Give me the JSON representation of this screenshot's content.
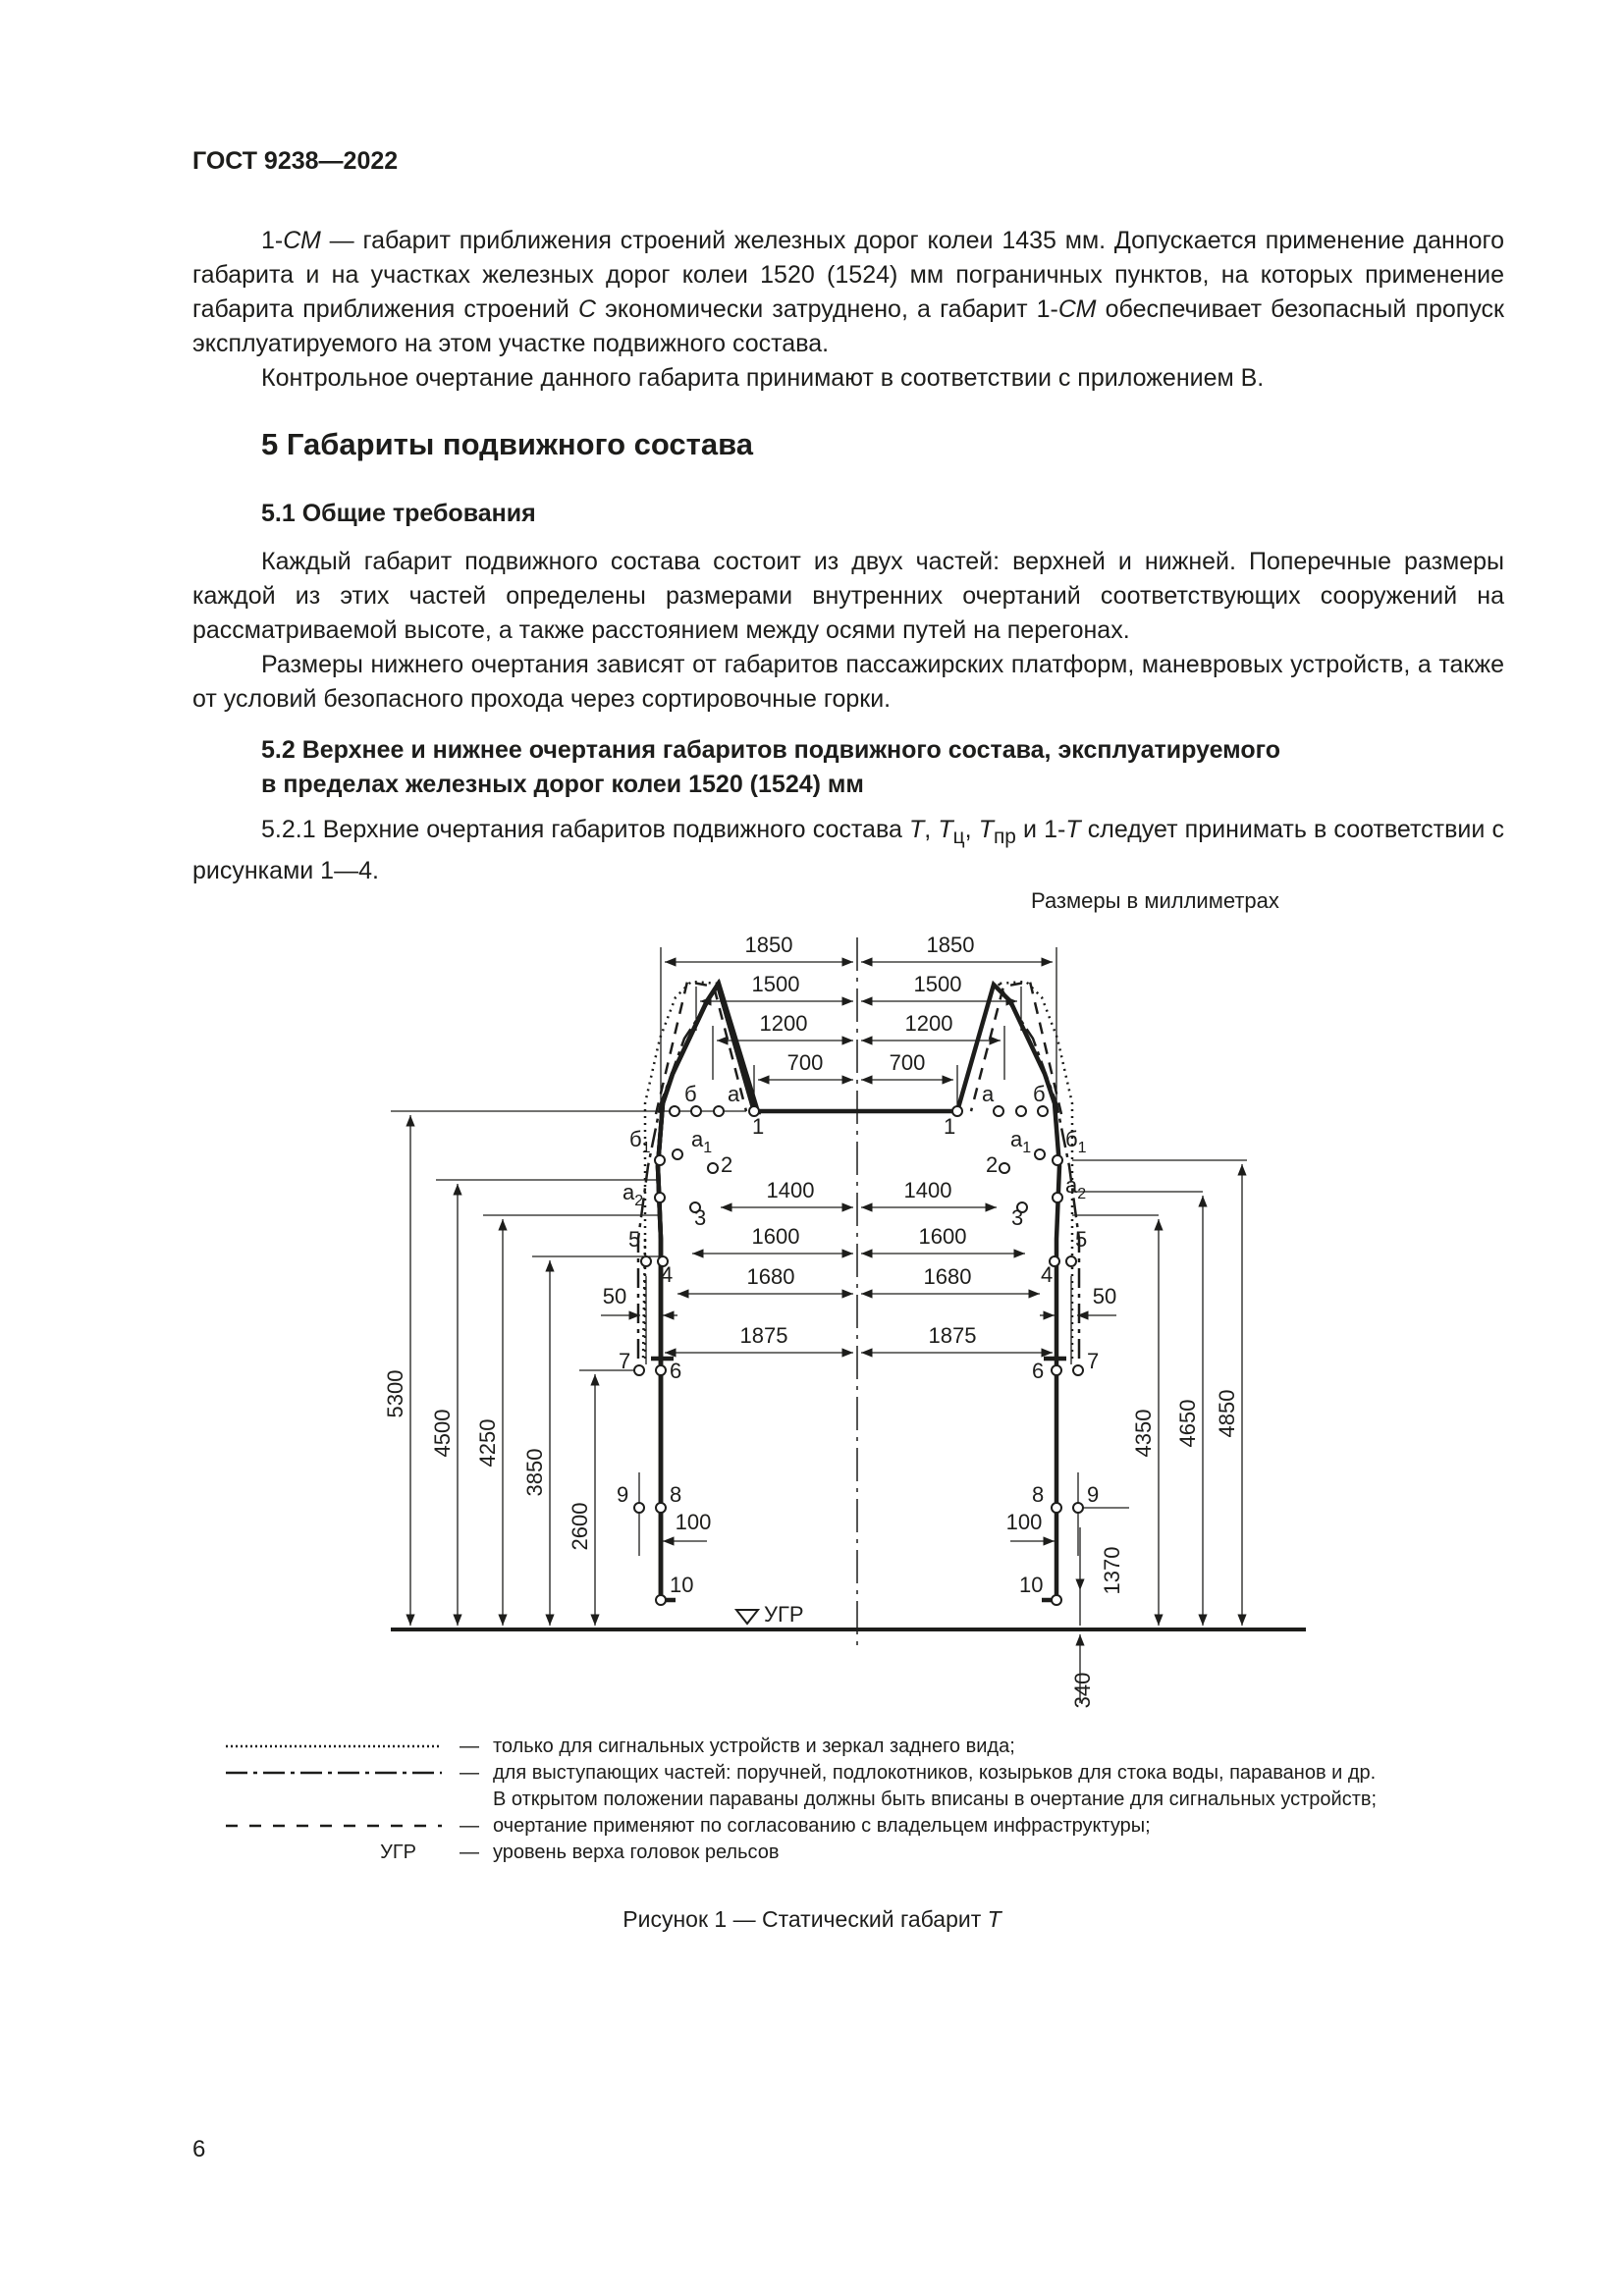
{
  "header": "ГОСТ 9238—2022",
  "intro": {
    "p1_num": "1-",
    "p1_sym": "СМ",
    "p1_a": " — габарит приближения строений железных дорог колеи 1435 мм. Допускается применение данного габарита и на участках железных дорог колеи 1520 (1524) мм пограничных пунктов, на которых применение габарита приближения строений ",
    "p1_c": "С",
    "p1_b": " экономически затруднено, а габарит 1-",
    "p1_cm": "СМ",
    "p1_d": " обеспечивает безопасный пропуск эксплуатируемого на этом участке подвижного состава.",
    "p2": "Контрольное очертание данного габарита принимают в соответствии с приложением В."
  },
  "section5": {
    "title": "5 Габариты подвижного состава",
    "s51_title": "5.1 Общие требования",
    "s51_p1": "Каждый габарит подвижного состава состоит из двух частей: верхней и нижней. Поперечные размеры каждой из этих частей определены размерами внутренних очертаний соответствующих сооружений на рассматриваемой высоте, а также расстоянием между осями путей на перегонах.",
    "s51_p2": "Размеры нижнего очертания зависят от габаритов пассажирских платформ, маневровых устройств, а также от условий безопасного прохода через сортировочные горки.",
    "s52_title_1": "5.2 Верхнее и нижнее очертания габаритов подвижного состава, эксплуатируемого",
    "s52_title_2": "в пределах железных дорог колеи 1520 (1524) мм",
    "s521_a": "5.2.1 Верхние очертания габаритов подвижного состава ",
    "s521_t": "Т",
    "s521_sep1": ", ",
    "s521_tc": "Т",
    "s521_tc_sub": "ц",
    "s521_sep2": ", ",
    "s521_tp": "Т",
    "s521_tp_sub": "пр",
    "s521_b": " и 1-",
    "s521_t2": "Т",
    "s521_c": " следует принимать в соответствии с рисунками 1—4."
  },
  "figure": {
    "units_note": "Размеры в миллиметрах",
    "widths_top": [
      "1850",
      "1850",
      "1500",
      "1500",
      "1200",
      "1200",
      "700",
      "700"
    ],
    "widths_mid": [
      "1400",
      "1400",
      "1600",
      "1600",
      "1680",
      "1680",
      "50",
      "50",
      "1875",
      "1875",
      "100",
      "100"
    ],
    "heights_left": [
      "5300",
      "4500",
      "4250",
      "3850",
      "2600"
    ],
    "heights_right": [
      "4350",
      "4650",
      "4850",
      "1370",
      "340"
    ],
    "point_labels": {
      "b": "б",
      "a": "а",
      "b1": "б",
      "a1": "а",
      "a2": "а",
      "sub1": "1",
      "sub2": "2",
      "p1": "1",
      "p2": "2",
      "p3": "3",
      "p4": "4",
      "p5": "5",
      "p6": "6",
      "p7": "7",
      "p8": "8",
      "p9": "9",
      "p10": "10"
    },
    "ugr": "УГР"
  },
  "legend": [
    {
      "style": "dotted",
      "key": "",
      "text": "только для сигнальных устройств и зеркал заднего вида;"
    },
    {
      "style": "dashdot",
      "key": "",
      "text": "для выступающих частей: поручней, подлокотников, козырьков для стока воды, параванов и др."
    },
    {
      "style": "none",
      "key": "",
      "text": "В открытом положении параваны должны быть вписаны в очертание для сигнальных устройств;"
    },
    {
      "style": "dashed",
      "key": "",
      "text": "очертание применяют по согласованию с владельцем инфраструктуры;"
    },
    {
      "style": "none",
      "key": "УГР",
      "text": "уровень верха головок рельсов"
    }
  ],
  "legend_dash": "—",
  "caption": {
    "text": "Рисунок 1 — Статический габарит ",
    "sym": "Т"
  },
  "page_number": "6"
}
